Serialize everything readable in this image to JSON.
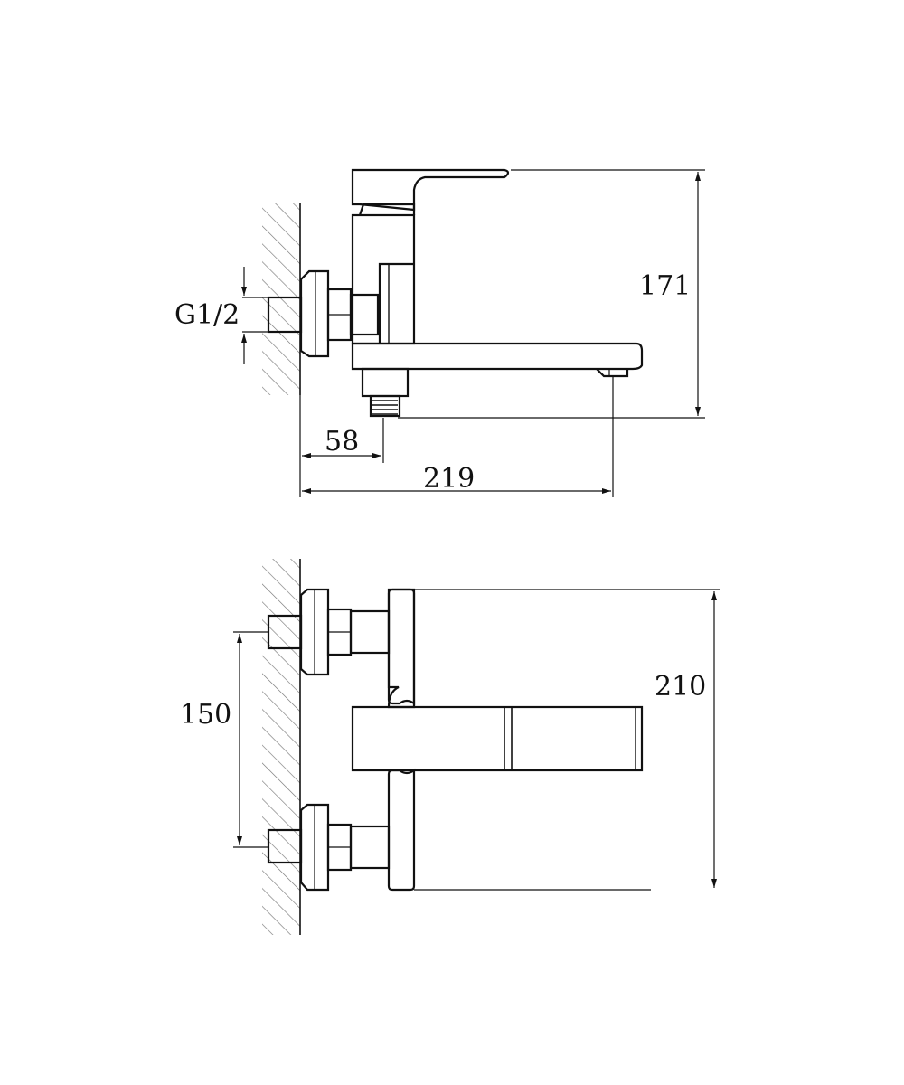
{
  "diagram": {
    "side_view": {
      "thread_label": "G1/2",
      "height_dim": "171",
      "outlet_offset_dim": "58",
      "reach_dim": "219"
    },
    "top_view": {
      "inlet_spacing_dim": "150",
      "width_dim": "210"
    },
    "colors": {
      "line": "#111111",
      "hatch": "#777777",
      "background": "#ffffff"
    }
  }
}
